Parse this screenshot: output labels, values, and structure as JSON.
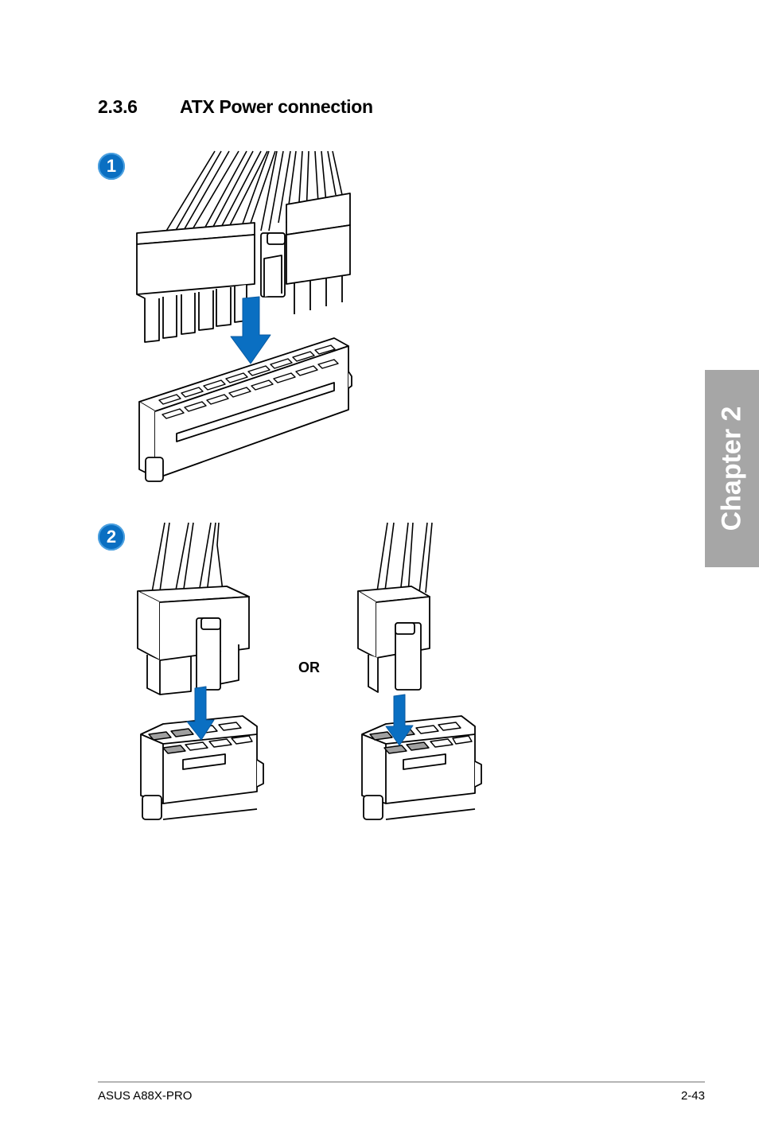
{
  "section": {
    "number": "2.3.6",
    "title": "ATX Power connection"
  },
  "steps": [
    {
      "label": "1"
    },
    {
      "label": "2"
    }
  ],
  "or_label": "OR",
  "chapter_tab": "Chapter 2",
  "footer": {
    "left": "ASUS A88X-PRO",
    "right": "2-43"
  },
  "colors": {
    "arrow": "#0a6fc2",
    "tab": "#a6a6a6",
    "pin": "#a0a0a0"
  }
}
